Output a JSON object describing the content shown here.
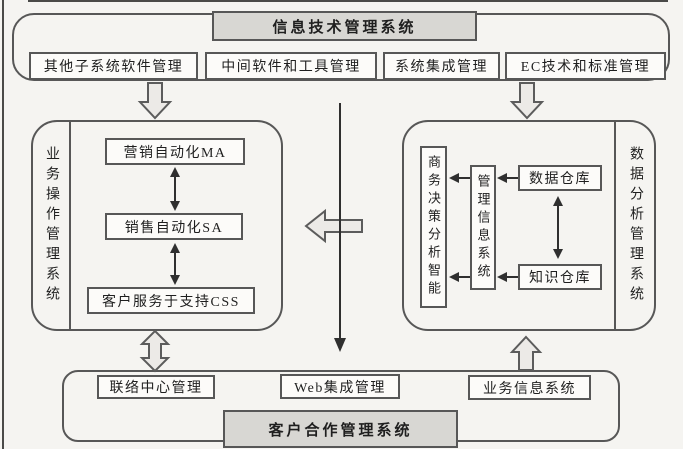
{
  "top_section": {
    "title": "信息技术管理系统",
    "items": [
      "其他子系统软件管理",
      "中间软件和工具管理",
      "系统集成管理",
      "EC技术和标准管理"
    ]
  },
  "business_system": {
    "side_label": "业务操作管理系统",
    "items": [
      "营销自动化MA",
      "销售自动化SA",
      "客户服务于支持CSS"
    ]
  },
  "analysis_system": {
    "side_label": "数据分析管理系统",
    "decision_box": "商务决策分析智能",
    "mis_box": "管理信息系统",
    "data_warehouse_box": "数据仓库",
    "knowledge_warehouse_box": "知识仓库"
  },
  "bottom_section": {
    "title": "客户合作管理系统",
    "items": [
      "联络中心管理",
      "Web集成管理",
      "业务信息系统"
    ]
  },
  "connectors": {
    "top_to_business": "hollow-down-arrow",
    "top_to_analysis": "hollow-down-arrow",
    "analysis_to_business": "hollow-left-arrow",
    "top_to_cooperation": "thin-down-arrow",
    "business_to_cooperation": "hollow-double-vertical-arrow",
    "cooperation_to_analysis": "hollow-up-arrow",
    "ma_sa_css_links": "thin-double-vertical-arrow",
    "warehouse_link": "thin-double-vertical-arrow",
    "warehouse_to_mis": "thin-left-arrow",
    "mis_to_decision": "thin-left-arrow"
  },
  "colors": {
    "paper": "#f5f4f1",
    "box_fill": "#fcfbf9",
    "title_fill": "#d8d7d3",
    "border": "#575757",
    "hollow_arrow_fill": "#eceae7",
    "thin_arrow": "#2f2f2f"
  }
}
